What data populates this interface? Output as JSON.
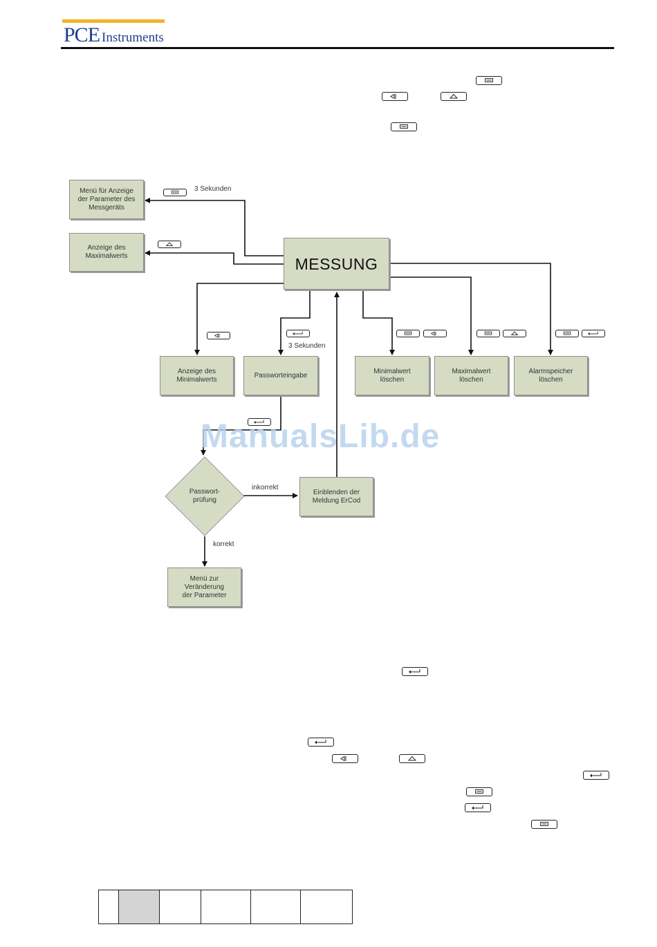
{
  "header": {
    "logo_main": "PCE",
    "logo_sub": "Instruments"
  },
  "diagram": {
    "main_box": "MESSUNG",
    "boxes": {
      "menu_params": "Menü für Anzeige\nder Parameter des\nMessgeräts",
      "max_display": "Anzeige des\nMaximalwerts",
      "min_display": "Anzeige des\nMinimalwerts",
      "password_entry": "Passworteingabe",
      "min_clear": "Minimalwert\nlöschen",
      "max_clear": "Maximalwert\nlöschen",
      "alarm_clear": "Alarmspeicher\nlöschen",
      "password_check": "Passwort-\nprüfung",
      "error_msg": "Einblenden der\nMeldung ErCod",
      "change_params": "Menü zur\nVeränderung\nder Parameter"
    },
    "labels": {
      "three_seconds_top": "3 Sekunden",
      "three_seconds_mid": "3 Sekunden",
      "incorrect": "inkorrekt",
      "correct": "korrekt"
    }
  },
  "keys": {
    "menu": "menu-key",
    "left": "left-key",
    "up": "up-key",
    "enter": "enter-key"
  },
  "watermark": "ManualsLib.de",
  "colors": {
    "box_fill": "#d6dcc4",
    "logo_blue": "#1c3f8c",
    "logo_gold": "#f0b323",
    "watermark": "#b9d3ee"
  }
}
